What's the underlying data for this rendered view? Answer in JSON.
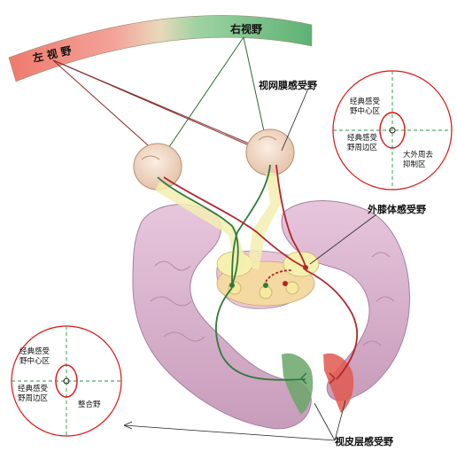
{
  "visual_field": {
    "left_label": "左 视 野",
    "right_label": "右视野",
    "colors": {
      "left": "#f07b6f",
      "right": "#6cbf84"
    }
  },
  "callouts": {
    "retina": "视网膜感受野",
    "lgn": "外膝体感受野",
    "cortex": "视皮层感受野"
  },
  "inset_top_right": {
    "center_label_line1": "经典感受",
    "center_label_line2": "野中心区",
    "surround_label_line1": "经典感受",
    "surround_label_line2": "野周边区",
    "outer_label_line1": "大外周去",
    "outer_label_line2": "抑制区"
  },
  "inset_bottom_left": {
    "center_label_line1": "经典感受",
    "center_label_line2": "野中心区",
    "surround_label_line1": "经典感受",
    "surround_label_line2": "野周边区",
    "outer_label": "整合野"
  },
  "colors": {
    "brain": "#dcb4d2",
    "brain_dark": "#b48aa8",
    "eye": "#f1dccb",
    "green_path": "#2f7a3a",
    "red_path": "#b3262b",
    "lgn": "#f7f1b0"
  }
}
